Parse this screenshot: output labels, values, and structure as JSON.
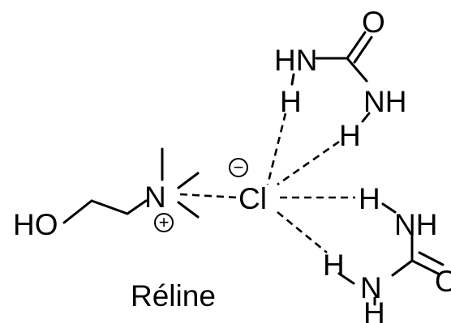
{
  "labels": {
    "hn_top": "HN",
    "h_top": "H",
    "o_top": "O",
    "nh_top": "NH",
    "h_urea1": "H",
    "ho": "HO",
    "n_plus": "N",
    "cl": "Cl",
    "h_mid": "H",
    "nh_mid": "NH",
    "h_low": "H",
    "n_low": "N",
    "h_bottom": "H",
    "o_cut": "O",
    "minus_sign": "−",
    "plus_sign": "+"
  },
  "caption": "Réline",
  "colors": {
    "ink": "#000000",
    "background": "#ffffff"
  }
}
